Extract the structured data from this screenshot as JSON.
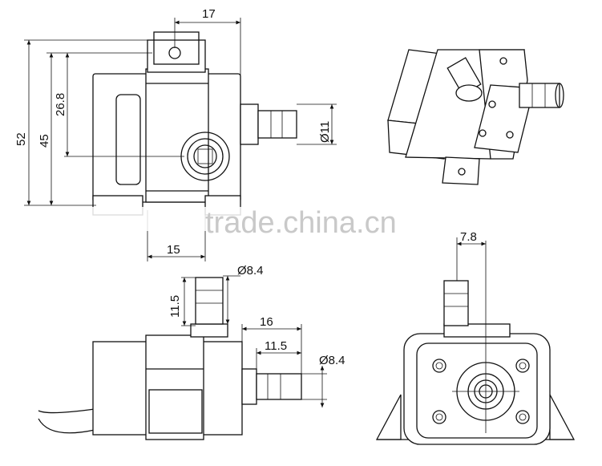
{
  "dimensions": {
    "top_width": "17",
    "overall_height": "52",
    "body_height": "45",
    "inner_height": "26.8",
    "outlet_dia": "Ø11",
    "base_offset": "15",
    "inlet_dia_top": "Ø8.4",
    "inlet_len": "11.5",
    "side_len": "16",
    "side_len_2": "11.5",
    "inlet_dia_side": "Ø8.4",
    "end_view_offset": "7.8"
  },
  "watermark": "trade.china.cn"
}
